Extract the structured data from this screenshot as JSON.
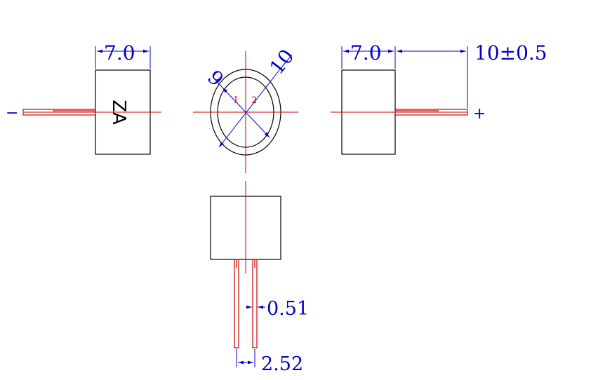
{
  "dimensions": {
    "left_width": "7.0",
    "right_width": "7.0",
    "lead_length": "10±0.5",
    "diameter_inner": "9",
    "diameter_outer": "10",
    "pin_thickness": "0.51",
    "pin_spacing": "2.52"
  },
  "labels": {
    "marking": "ZA",
    "pin_1": "1",
    "pin_2": "2",
    "minus_sign": "−",
    "plus_sign": "+"
  },
  "colors": {
    "outline": "#000000",
    "centerline": "#cc0000",
    "dimension": "#0000cc"
  }
}
